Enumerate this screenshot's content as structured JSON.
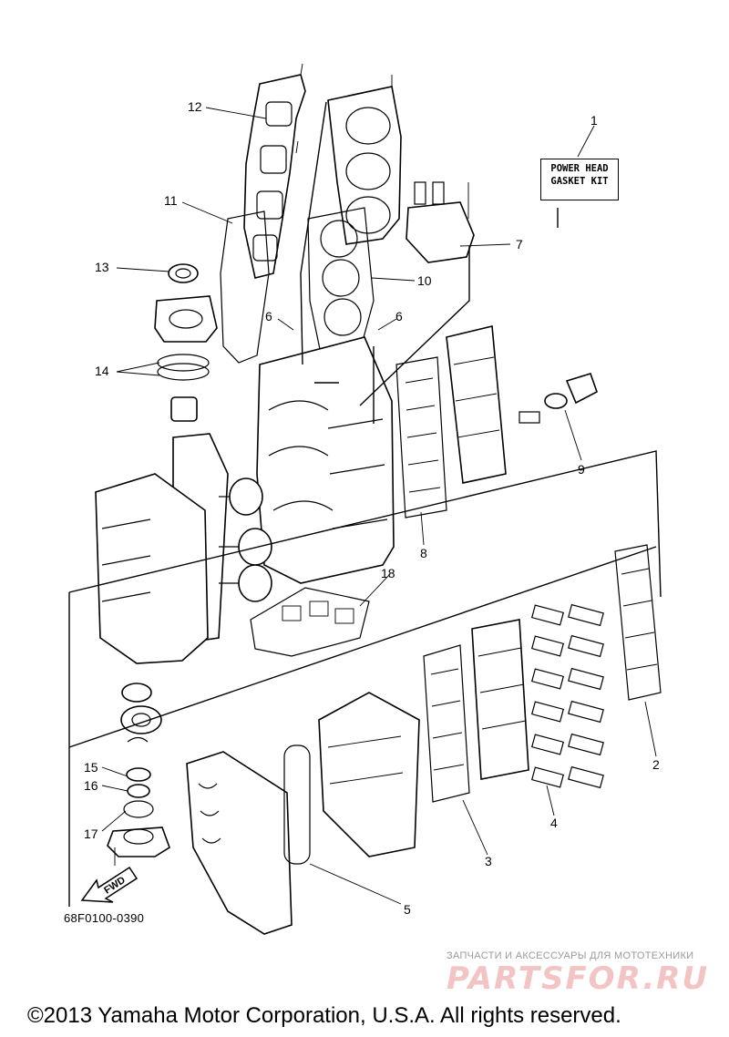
{
  "kit_box": {
    "line1": "POWER HEAD",
    "line2": "GASKET KIT"
  },
  "callouts": [
    {
      "id": "c1",
      "text": "1"
    },
    {
      "id": "c2",
      "text": "2"
    },
    {
      "id": "c3",
      "text": "3"
    },
    {
      "id": "c4",
      "text": "4"
    },
    {
      "id": "c5",
      "text": "5"
    },
    {
      "id": "c6a",
      "text": "6"
    },
    {
      "id": "c6b",
      "text": "6"
    },
    {
      "id": "c7",
      "text": "7"
    },
    {
      "id": "c8",
      "text": "8"
    },
    {
      "id": "c9",
      "text": "9"
    },
    {
      "id": "c10",
      "text": "10"
    },
    {
      "id": "c11",
      "text": "11"
    },
    {
      "id": "c12",
      "text": "12"
    },
    {
      "id": "c13",
      "text": "13"
    },
    {
      "id": "c14",
      "text": "14"
    },
    {
      "id": "c15",
      "text": "15"
    },
    {
      "id": "c16",
      "text": "16"
    },
    {
      "id": "c17",
      "text": "17"
    },
    {
      "id": "c18",
      "text": "18"
    }
  ],
  "fwd_arrow": "FWD",
  "part_number": "68F0100-0390",
  "watermark": {
    "subtitle": "ЗАПЧАСТИ И АКСЕССУАРЫ ДЛЯ МОТОТЕХНИКИ",
    "brand": "PARTSFOR.RU"
  },
  "copyright": "©2013 Yamaha Motor Corporation, U.S.A. All rights reserved."
}
